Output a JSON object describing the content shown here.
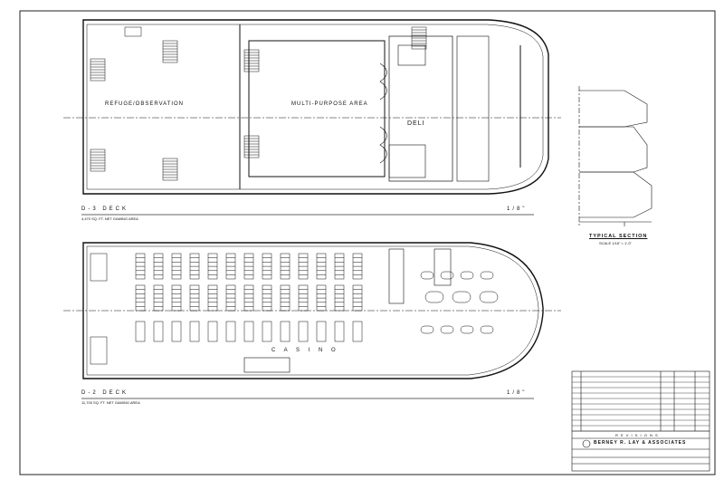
{
  "upper_deck": {
    "title": "D-3 DECK",
    "subtitle": "4,470 SQ. FT. NET GAMING AREA",
    "scale": "1/8\"",
    "rooms": {
      "refuge": "REFUGE/OBSERVATION",
      "multi_purpose": "MULTI-PURPOSE AREA",
      "deli": "DELI"
    }
  },
  "lower_deck": {
    "title": "D-2 DECK",
    "subtitle": "11,700 SQ. FT. NET GAMING AREA",
    "scale": "1/8\"",
    "room": "C A S I N O"
  },
  "section": {
    "title": "TYPICAL SECTION",
    "scale": "SCALE 1/16\" = 1'-0\""
  },
  "title_block": {
    "revisions_label": "R E V I S I O N S",
    "firm": "BERNEY R. LAY & ASSOCIATES"
  },
  "colors": {
    "ink": "#111111",
    "paper": "#ffffff"
  }
}
